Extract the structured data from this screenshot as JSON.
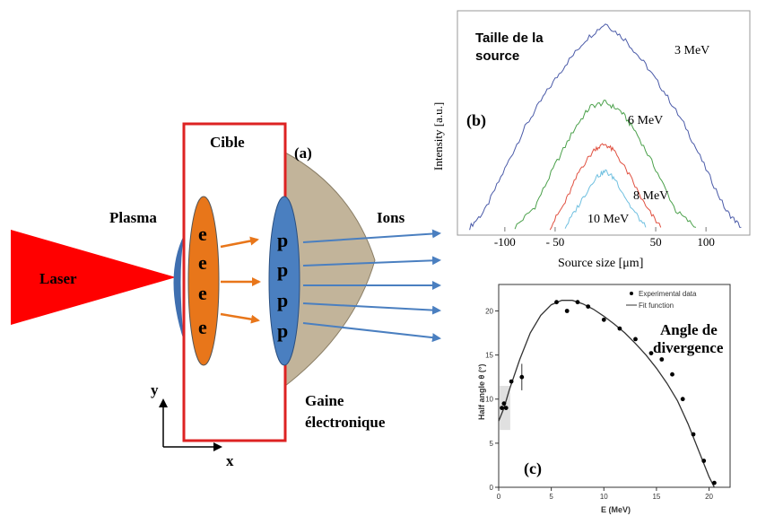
{
  "diagram": {
    "labels": {
      "laser": "Laser",
      "plasma": "Plasma",
      "cible": "Cible",
      "panel_a": "(a)",
      "ions": "Ions",
      "gaine_line1": "Gaine",
      "gaine_line2": "électronique",
      "axis_y": "y",
      "axis_x": "x"
    },
    "electrons": [
      "e",
      "e",
      "e",
      "e"
    ],
    "protons": [
      "p",
      "p",
      "p",
      "p"
    ],
    "colors": {
      "laser": "#ff0000",
      "target_border": "#dd2222",
      "electron_fill": "#e8761a",
      "proton_fill": "#4a7fc0",
      "sheath_fill": "#c2b49a",
      "arrow": "#4a7fc0"
    }
  },
  "chart_data": [
    {
      "panel": "(b)",
      "type": "line",
      "annotation": "Taille de la source",
      "panel_label": "(b)",
      "xlabel": "Source size [μm]",
      "ylabel": "Intensity [a.u.]",
      "xlim": [
        -140,
        140
      ],
      "x_ticks": [
        "-100",
        "- 50",
        "50",
        "100"
      ],
      "series": [
        {
          "name": "3 MeV",
          "color": "#4a5aa8",
          "x": [
            -135,
            -120,
            -100,
            -80,
            -60,
            -40,
            -20,
            0,
            20,
            40,
            60,
            80,
            100,
            120,
            135
          ],
          "y": [
            0.02,
            0.1,
            0.3,
            0.5,
            0.66,
            0.8,
            0.92,
            1.0,
            0.92,
            0.8,
            0.66,
            0.5,
            0.3,
            0.1,
            0.02
          ]
        },
        {
          "name": "6 MeV",
          "color": "#4aa04a",
          "x": [
            -90,
            -70,
            -50,
            -30,
            -15,
            0,
            15,
            30,
            50,
            70,
            90
          ],
          "y": [
            0.02,
            0.12,
            0.32,
            0.5,
            0.6,
            0.62,
            0.58,
            0.48,
            0.3,
            0.1,
            0.02
          ]
        },
        {
          "name": "8 MeV",
          "color": "#e05040",
          "x": [
            -55,
            -40,
            -25,
            -10,
            0,
            10,
            25,
            40,
            55
          ],
          "y": [
            0.02,
            0.14,
            0.3,
            0.4,
            0.42,
            0.38,
            0.26,
            0.12,
            0.02
          ]
        },
        {
          "name": "10 MeV",
          "color": "#70c0e0",
          "x": [
            -40,
            -25,
            -10,
            0,
            10,
            25,
            40
          ],
          "y": [
            0.02,
            0.14,
            0.26,
            0.29,
            0.25,
            0.12,
            0.02
          ]
        }
      ]
    },
    {
      "panel": "(c)",
      "type": "scatter",
      "annotation_line1": "Angle de",
      "annotation_line2": "divergence",
      "panel_label": "(c)",
      "xlabel": "E (MeV)",
      "ylabel": "Half angle θ (°)",
      "xlim": [
        0,
        22
      ],
      "ylim": [
        0,
        23
      ],
      "x_ticks": [
        "0",
        "5",
        "10",
        "15",
        "20"
      ],
      "y_ticks": [
        "0",
        "5",
        "10",
        "15",
        "20"
      ],
      "legend": [
        "Experimental data",
        "Fit function"
      ],
      "legend_position": "top-right",
      "points": [
        {
          "x": 0.3,
          "y": 9
        },
        {
          "x": 0.5,
          "y": 9.5
        },
        {
          "x": 0.7,
          "y": 9
        },
        {
          "x": 1.2,
          "y": 12
        },
        {
          "x": 2.2,
          "y": 12.5
        },
        {
          "x": 5.5,
          "y": 21
        },
        {
          "x": 6.5,
          "y": 20
        },
        {
          "x": 7.5,
          "y": 21
        },
        {
          "x": 8.5,
          "y": 20.5
        },
        {
          "x": 10,
          "y": 19
        },
        {
          "x": 11.5,
          "y": 18
        },
        {
          "x": 13,
          "y": 16.8
        },
        {
          "x": 14.5,
          "y": 15.2
        },
        {
          "x": 15.5,
          "y": 14.5
        },
        {
          "x": 16.5,
          "y": 12.8
        },
        {
          "x": 17.5,
          "y": 10
        },
        {
          "x": 18.5,
          "y": 6
        },
        {
          "x": 19.5,
          "y": 3
        },
        {
          "x": 20.5,
          "y": 0.5
        }
      ],
      "fit": {
        "x": [
          0,
          0.5,
          1,
          2,
          3,
          4,
          5,
          6,
          7,
          8,
          9,
          10,
          11,
          12,
          13,
          14,
          15,
          16,
          17,
          18,
          19,
          20,
          20.5
        ],
        "y": [
          7.5,
          9,
          11,
          14.5,
          17.5,
          19.5,
          20.7,
          21.2,
          21.2,
          20.8,
          20.2,
          19.4,
          18.5,
          17.5,
          16.3,
          15,
          13.5,
          11.8,
          9.8,
          7.2,
          4.2,
          1.2,
          0
        ]
      }
    }
  ]
}
